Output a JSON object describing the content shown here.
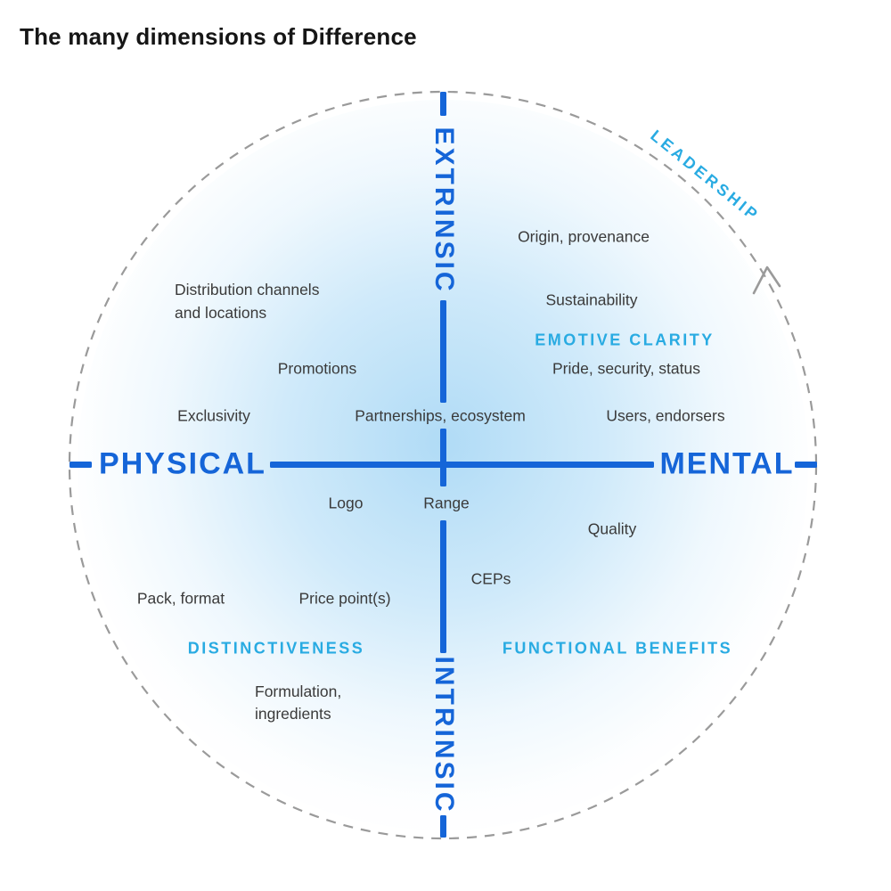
{
  "title": "The many dimensions of Difference",
  "colors": {
    "axis_blue": "#1565d8",
    "accent_cyan": "#29abe2",
    "circle_gray": "#9a9a9a",
    "item_text": "#3a3a3a",
    "title_text": "#161616"
  },
  "axes": {
    "top": "EXTRINSIC",
    "bottom": "INTRINSIC",
    "left": "PHYSICAL",
    "right": "MENTAL"
  },
  "categories": {
    "leadership": "LEADERSHIP",
    "emotive_clarity": "EMOTIVE CLARITY",
    "distinctiveness": "DISTINCTIVENESS",
    "functional_benefits": "FUNCTIONAL BENEFITS"
  },
  "items": {
    "origin": "Origin, provenance",
    "distribution": "Distribution channels\nand locations",
    "sustainability": "Sustainability",
    "pride": "Pride, security, status",
    "promotions": "Promotions",
    "exclusivity": "Exclusivity",
    "partnerships": "Partnerships, ecosystem",
    "users": "Users, endorsers",
    "logo": "Logo",
    "range": "Range",
    "quality": "Quality",
    "ceps": "CEPs",
    "pack": "Pack, format",
    "price": "Price point(s)",
    "formulation": "Formulation,\ningredients"
  }
}
